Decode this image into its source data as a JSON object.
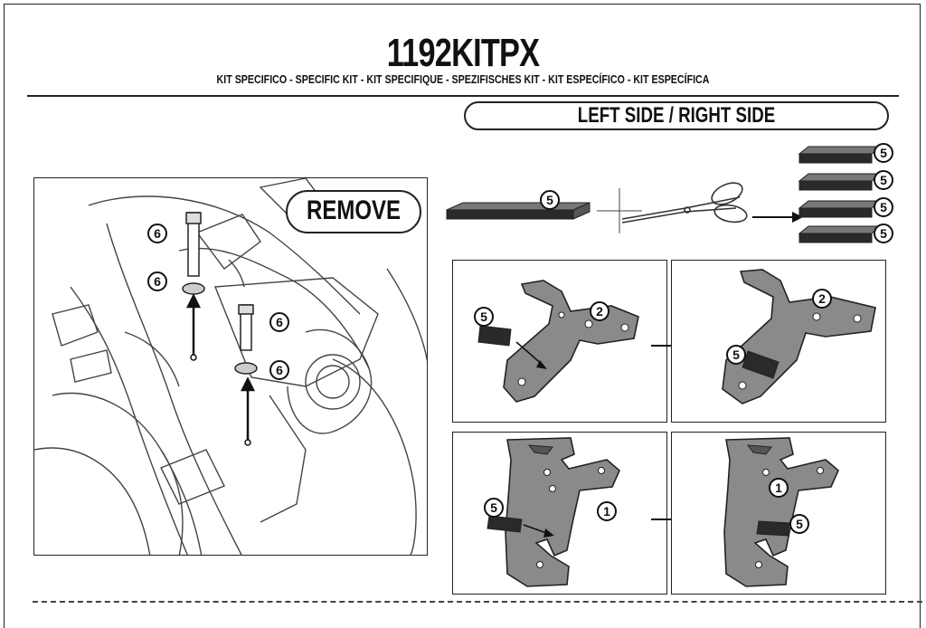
{
  "header": {
    "title": "1192KITPX",
    "subtitle": "KIT SPECIFICO - SPECIFIC KIT - KIT SPECIFIQUE - SPEZIFISCHES KIT - KIT ESPECÍFICO - KIT ESPECÍFICA"
  },
  "side_label": "LEFT SIDE / RIGHT SIDE",
  "remove_label": "REMOVE",
  "callouts": {
    "bolt_top": "6",
    "washer_left": "6",
    "bolt_center": "6",
    "washer_center": "6",
    "strip": "5",
    "cut_1": "5",
    "cut_2": "5",
    "cut_3": "5",
    "cut_4": "5",
    "bracket2_pad": "5",
    "bracket2_part": "2",
    "bracket2_pad_applied": "5",
    "bracket2_part_applied": "2",
    "bracket1_pad": "5",
    "bracket1_part": "1",
    "bracket1_part_applied": "1",
    "bracket1_pad_applied": "5"
  },
  "colors": {
    "line": "#222222",
    "bracket_fill": "#8a8a8a",
    "pad_fill": "#2a2a2a"
  }
}
